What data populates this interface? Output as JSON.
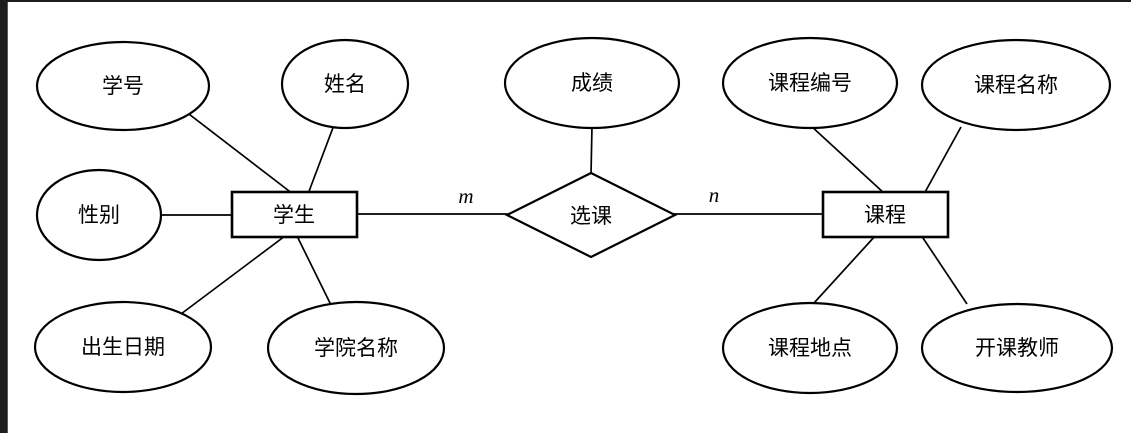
{
  "labels": {
    "student": "学生",
    "course": "课程",
    "relation": "选课",
    "grade": "成绩",
    "student_id": "学号",
    "student_name": "姓名",
    "gender": "性别",
    "birth_date": "出生日期",
    "college_name": "学院名称",
    "course_id": "课程编号",
    "course_name": "课程名称",
    "course_location": "课程地点",
    "course_teacher": "开课教师",
    "cardinality_left": "m",
    "cardinality_right": "n"
  },
  "er_model": {
    "entities": [
      {
        "name": "学生",
        "attributes": [
          "学号",
          "姓名",
          "性别",
          "出生日期",
          "学院名称"
        ]
      },
      {
        "name": "课程",
        "attributes": [
          "课程编号",
          "课程名称",
          "课程地点",
          "开课教师"
        ]
      }
    ],
    "relationship": {
      "name": "选课",
      "attribute": "成绩",
      "type": "m:n",
      "left_cardinality": "m",
      "right_cardinality": "n"
    }
  },
  "colors": {
    "stroke": "#000000",
    "fill": "#ffffff",
    "text": "#000000",
    "window_edge": "#1e1e1e"
  }
}
